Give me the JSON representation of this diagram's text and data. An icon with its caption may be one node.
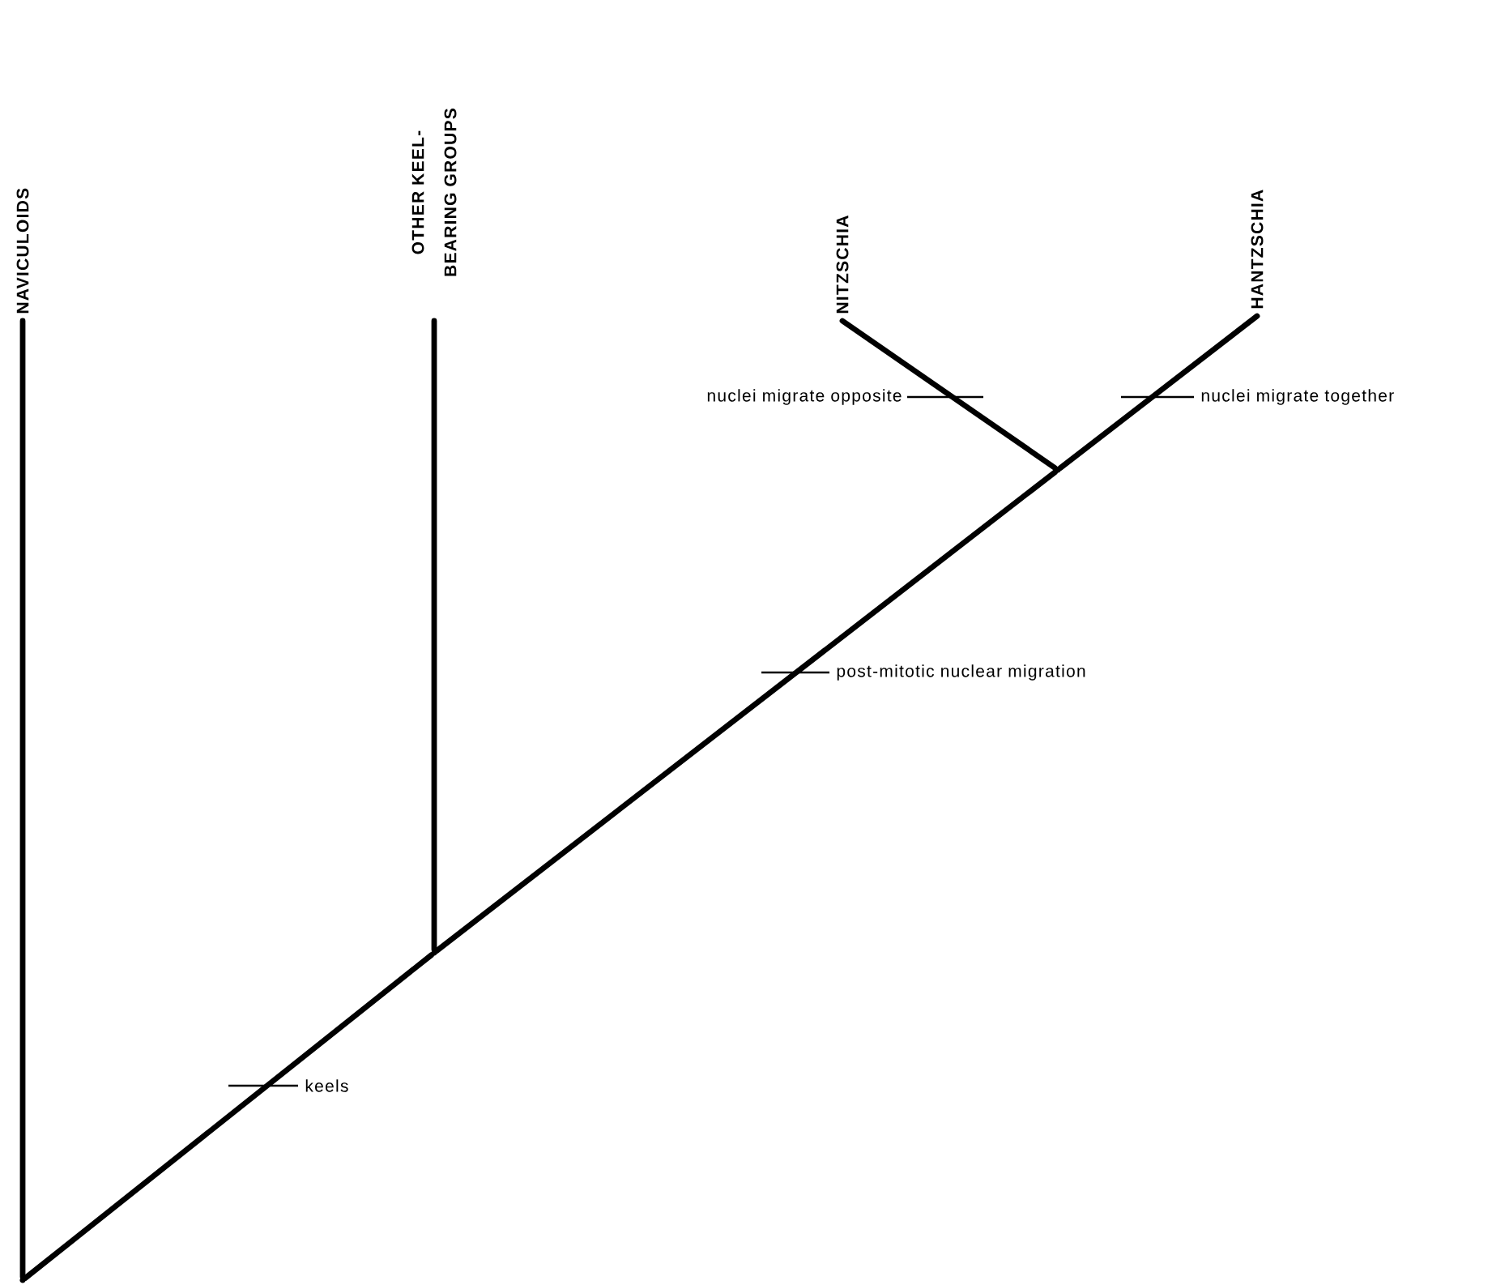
{
  "diagram": {
    "nodes": [
      {
        "text": [
          "NAVICULOIDS"
        ]
      },
      {
        "text": [
          "OTHER KEEL-BEARING GROUPS"
        ]
      },
      {
        "text": [
          "NITZSCHIA"
        ]
      },
      {
        "text": [
          "HANTZSCHIA"
        ]
      },
      {
        "text": [],
        "shape": "point"
      },
      {
        "text": [],
        "shape": "point"
      },
      {
        "text": [],
        "shape": "point"
      }
    ],
    "edges": [
      {
        "from": 4,
        "to": 0,
        "arrow": "none"
      },
      {
        "from": 4,
        "to": 5,
        "arrow": "none"
      },
      {
        "from": 5,
        "to": 1,
        "arrow": "none"
      },
      {
        "from": 5,
        "to": 6,
        "arrow": "none"
      },
      {
        "from": 6,
        "to": 2,
        "arrow": "none"
      },
      {
        "from": 6,
        "to": 3,
        "arrow": "none"
      }
    ],
    "labels": [
      "nuclei migrate opposite",
      "nuclei migrate together",
      "post-mitotic nuclear migration",
      "keels"
    ]
  }
}
